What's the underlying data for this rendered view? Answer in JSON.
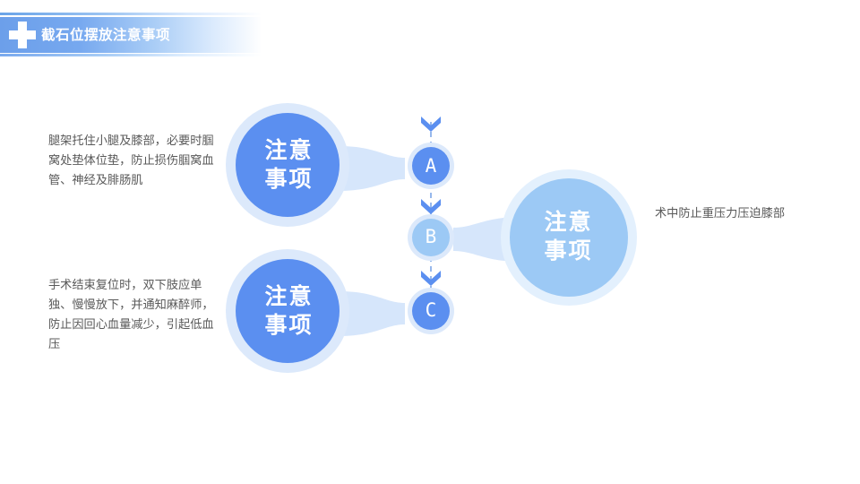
{
  "header": {
    "title": "截石位摆放注意事项",
    "icon": "medical-cross-icon",
    "accent_color": "#6c9fea",
    "text_color": "#ffffff"
  },
  "diagram": {
    "colors": {
      "strong_blue": "#5b8ff0",
      "light_blue": "#9cc9f5",
      "ring_pale": "#dce9fb",
      "connector": "#d6e6fb",
      "dashed_line": "#7da7e8",
      "chevron": "#5b8ff0",
      "body_text": "#595959"
    },
    "bubbles": [
      {
        "id": "bubble-a",
        "label": "注意\n事项",
        "fill": "#5b8ff0",
        "position": "top-left"
      },
      {
        "id": "bubble-b",
        "label": "注意\n事项",
        "fill": "#9cc9f5",
        "position": "middle-right"
      },
      {
        "id": "bubble-c",
        "label": "注意\n事项",
        "fill": "#5b8ff0",
        "position": "bottom-left"
      }
    ],
    "steps": [
      {
        "id": "step-a",
        "letter": "A",
        "fill": "#5b8ff0"
      },
      {
        "id": "step-b",
        "letter": "B",
        "fill": "#9cc9f5"
      },
      {
        "id": "step-c",
        "letter": "C",
        "fill": "#5b8ff0"
      }
    ],
    "descriptions": [
      {
        "id": "desc-top-left",
        "text": "腿架托住小腿及膝部，必要时腘窝处垫体位垫，防止损伤腘窝血管、神经及腓肠肌"
      },
      {
        "id": "desc-bottom-left",
        "text": "手术结束复位时，双下肢应单独、慢慢放下，并通知麻醉师，防止因回心血量减少，引起低血压"
      },
      {
        "id": "desc-right",
        "text": "术中防止重压力压迫膝部"
      }
    ]
  }
}
